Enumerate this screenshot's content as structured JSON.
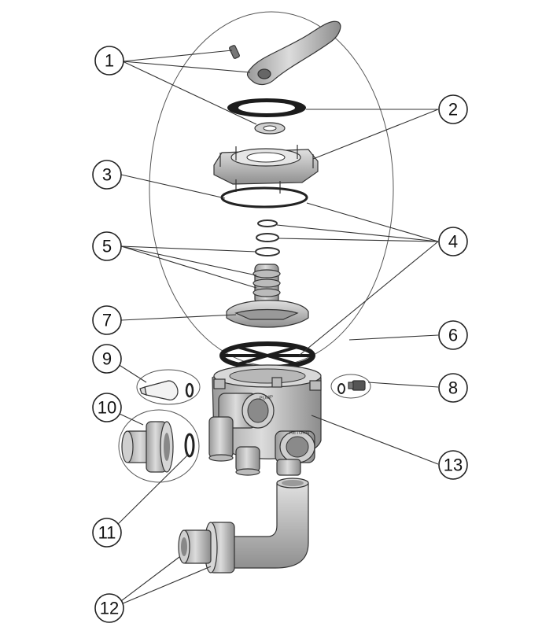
{
  "callouts": [
    {
      "label": "1"
    },
    {
      "label": "2"
    },
    {
      "label": "3"
    },
    {
      "label": "4"
    },
    {
      "label": "5"
    },
    {
      "label": "6"
    },
    {
      "label": "7"
    },
    {
      "label": "8"
    },
    {
      "label": "9"
    },
    {
      "label": "10"
    },
    {
      "label": "11"
    },
    {
      "label": "12"
    },
    {
      "label": "13"
    }
  ],
  "valve_labels": {
    "port_left": "PUMP",
    "port_front": "RETURN"
  },
  "colors": {
    "part_fill": "#c8c8c8",
    "part_dark": "#7a7a7a",
    "gasket": "#222222",
    "outline": "#333333"
  }
}
